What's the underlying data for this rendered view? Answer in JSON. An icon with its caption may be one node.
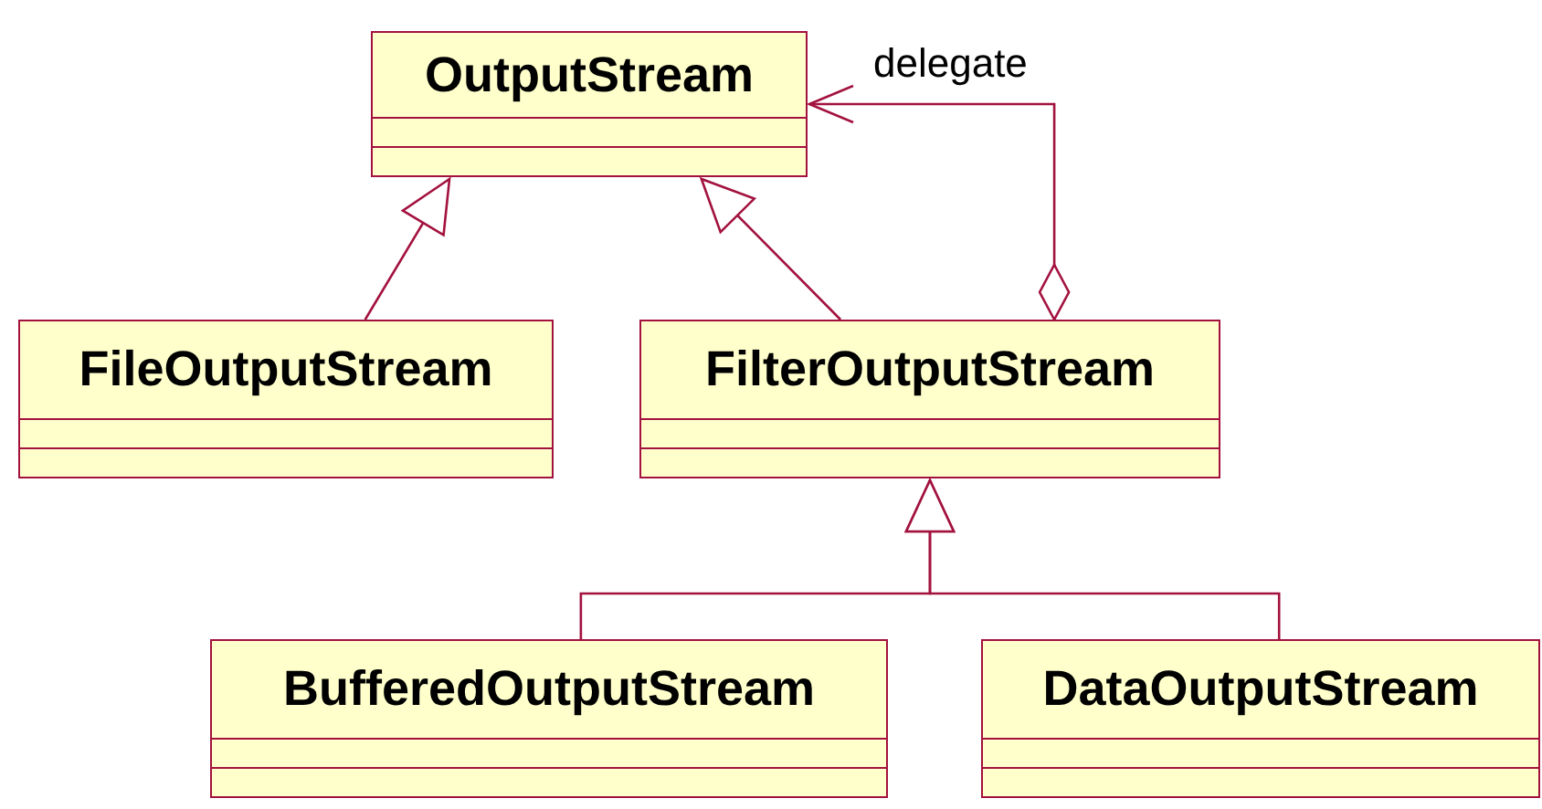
{
  "diagram": {
    "nodes": [
      {
        "text": [
          "OutputStream"
        ]
      },
      {
        "text": [
          "FileOutputStream"
        ]
      },
      {
        "text": [
          "FilterOutputStream"
        ]
      },
      {
        "text": [
          "BufferedOutputStream"
        ]
      },
      {
        "text": [
          "DataOutputStream"
        ]
      }
    ],
    "edges": [
      {
        "from": 1,
        "to": 0,
        "arrow": "to"
      },
      {
        "from": 2,
        "to": 0,
        "arrow": "to"
      },
      {
        "from": 2,
        "to": 0,
        "arrow": "to",
        "label": "delegate"
      },
      {
        "from": 3,
        "to": 2,
        "arrow": "to"
      },
      {
        "from": 4,
        "to": 2,
        "arrow": "to"
      }
    ]
  }
}
